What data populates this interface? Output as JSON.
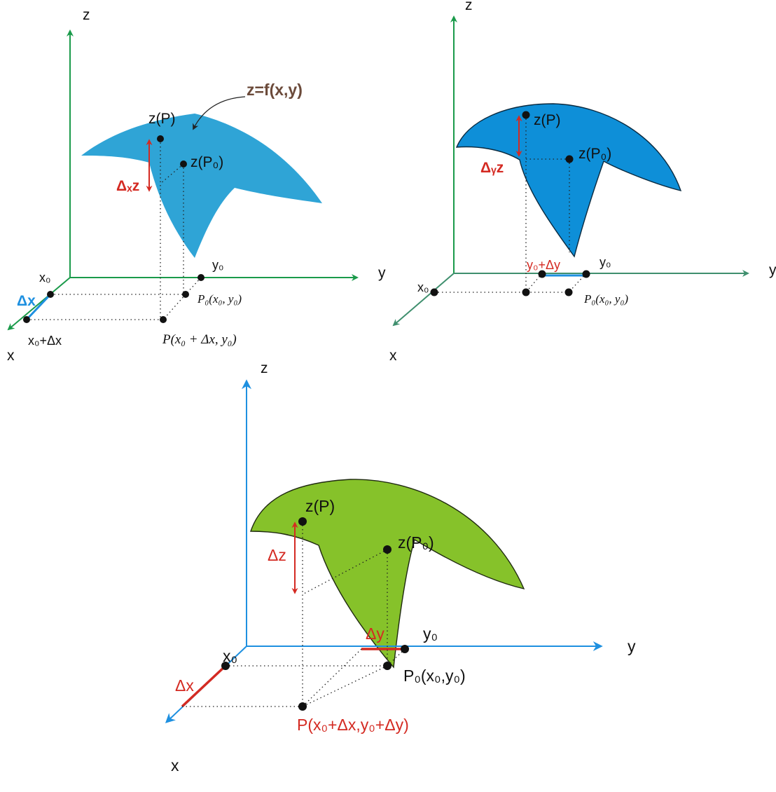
{
  "colors": {
    "axis_green": "#1a9a4a",
    "axis_teal": "#3f8f6e",
    "axis_blue": "#1e90e0",
    "surface_light_blue": "#2fa4d6",
    "surface_blue": "#0e8fd8",
    "surface_green": "#86c22a",
    "delta_red": "#d42a22",
    "delta_blue": "#1e90e0"
  },
  "panel_a": {
    "axis_z": "z",
    "axis_y": "y",
    "axis_x": "x",
    "surface_label": "z=f(x,y)",
    "z_p": "z(P)",
    "z_p0": "z(P₀)",
    "delta_z": "Δₓz",
    "x0": "x₀",
    "y0": "y₀",
    "delta_x": "Δx",
    "x0_plus_dx": "x₀+Δx",
    "p0_point": "P₀(x₀, y₀)",
    "p_point": "P(x₀ + Δx, y₀)"
  },
  "panel_b": {
    "axis_z": "z",
    "axis_y": "y",
    "axis_x": "x",
    "z_p": "z(P)",
    "z_p0": "z(P₀)",
    "delta_z": "Δᵧz",
    "x0": "x₀",
    "y0": "y₀",
    "y0_plus_dy": "y₀+Δy",
    "p0_point": "P₀(x₀, y₀)"
  },
  "panel_c": {
    "axis_z": "z",
    "axis_y": "y",
    "axis_x": "x",
    "z_p": "z(P)",
    "z_p0": "z(P₀)",
    "delta_z": "Δz",
    "x0": "x₀",
    "y0": "y₀",
    "delta_x": "Δx",
    "delta_y": "Δy",
    "p0_point": "P₀(x₀,y₀)",
    "p_point": "P(x₀+Δx,y₀+Δy)"
  }
}
